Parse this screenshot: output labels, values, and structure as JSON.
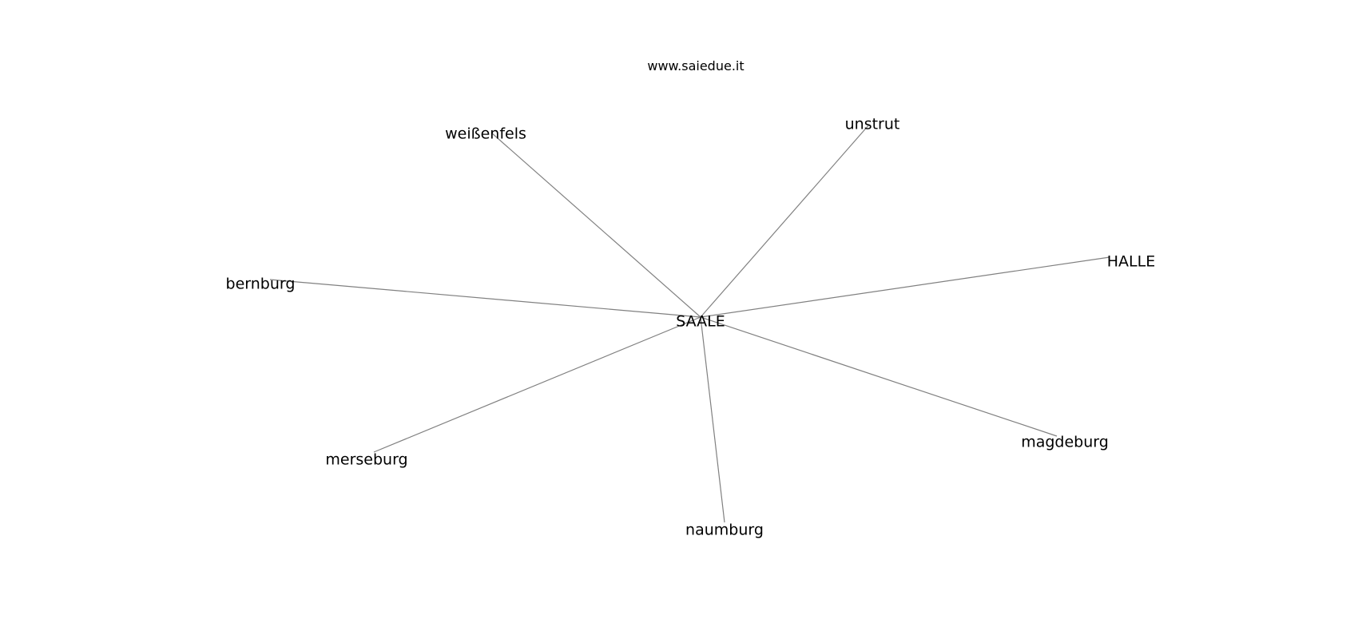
{
  "title": "www.saiedue.it",
  "colors": {
    "edge": "#808080",
    "label": "#000000",
    "background": "#ffffff"
  },
  "graph": {
    "center": "SAALE",
    "nodes": [
      {
        "id": "SAALE",
        "label": "SAALE"
      },
      {
        "id": "weissenfels",
        "label": "weißenfels"
      },
      {
        "id": "unstrut",
        "label": "unstrut"
      },
      {
        "id": "HALLE",
        "label": "HALLE"
      },
      {
        "id": "bernburg",
        "label": "bernburg"
      },
      {
        "id": "merseburg",
        "label": "merseburg"
      },
      {
        "id": "naumburg",
        "label": "naumburg"
      },
      {
        "id": "magdeburg",
        "label": "magdeburg"
      }
    ],
    "edges": [
      {
        "source": "SAALE",
        "target": "weissenfels"
      },
      {
        "source": "SAALE",
        "target": "unstrut"
      },
      {
        "source": "SAALE",
        "target": "HALLE"
      },
      {
        "source": "SAALE",
        "target": "bernburg"
      },
      {
        "source": "SAALE",
        "target": "merseburg"
      },
      {
        "source": "SAALE",
        "target": "naumburg"
      },
      {
        "source": "SAALE",
        "target": "magdeburg"
      }
    ]
  }
}
